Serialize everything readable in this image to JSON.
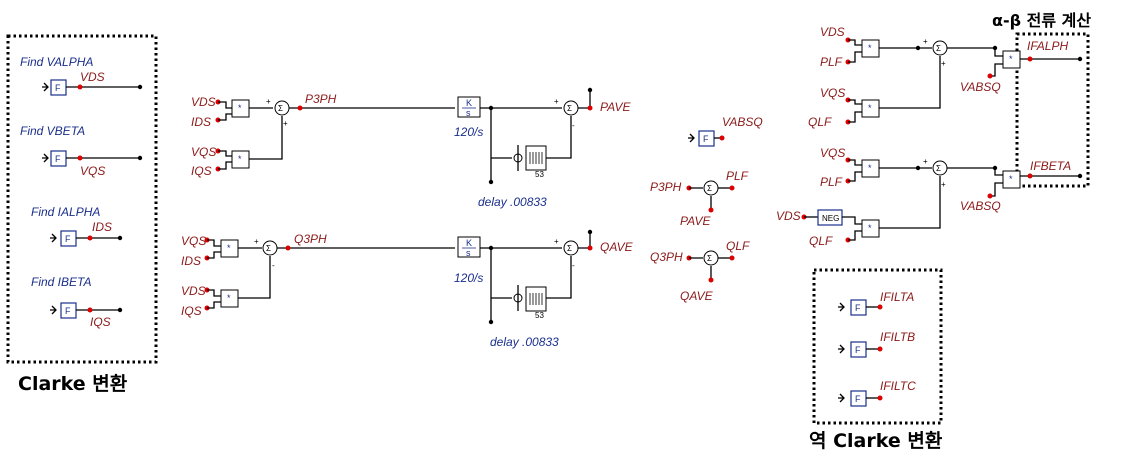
{
  "sections": {
    "clarke": {
      "title": "Clarke 변환",
      "items": [
        {
          "caption": "Find VALPHA",
          "signal": "VDS"
        },
        {
          "caption": "Find VBETA",
          "signal": "VQS"
        },
        {
          "caption": "Find IALPHA",
          "signal": "IDS"
        },
        {
          "caption": "Find IBETA",
          "signal": "IQS"
        }
      ]
    },
    "power": {
      "p_inputs": [
        "VDS",
        "IDS",
        "VQS",
        "IQS"
      ],
      "p_sum": "P3PH",
      "p_out": "PAVE",
      "q_inputs": [
        "VQS",
        "IDS",
        "VDS",
        "IQS"
      ],
      "q_sum": "Q3PH",
      "q_out": "QAVE",
      "integrator_gain": "120/s",
      "delay_label": "delay .00833",
      "delay_n": "53",
      "integrator_num": "K",
      "integrator_den": "s"
    },
    "middle": {
      "vabsq": "VABSQ",
      "plf_in1": "P3PH",
      "plf_in2": "PAVE",
      "plf_out": "PLF",
      "qlf_in1": "Q3PH",
      "qlf_in2": "QAVE",
      "qlf_out": "QLF"
    },
    "alpha_beta": {
      "title": "α-β 전류 계산",
      "top_inputs": [
        "VDS",
        "PLF",
        "VQS",
        "QLF"
      ],
      "top_den": "VABSQ",
      "top_out": "IFALPH",
      "bot_inputs": [
        "VQS",
        "PLF",
        "VDS",
        "QLF"
      ],
      "bot_den": "VABSQ",
      "bot_out": "IFBETA",
      "neg_label": "NEG"
    },
    "inverse_clarke": {
      "title": "역 Clarke 변환",
      "items": [
        "IFILTA",
        "IFILTB",
        "IFILTC"
      ]
    }
  },
  "symbols": {
    "function_block": "F",
    "multiplier": "*",
    "summer": "Σ",
    "plus": "+",
    "minus": "-"
  }
}
